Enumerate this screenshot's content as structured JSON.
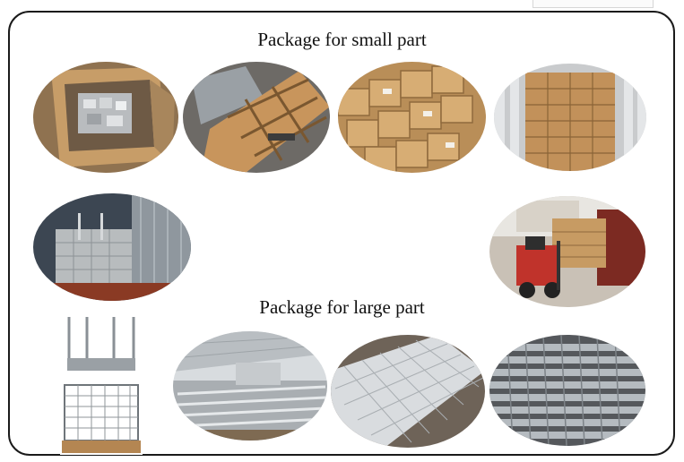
{
  "headings": {
    "small": "Package for small part",
    "large": "Package for large part"
  },
  "photos": {
    "small": [
      "boxed-small-parts-photo",
      "carton-dividers-photo",
      "stacked-cartons-photo",
      "container-loaded-cartons-photo"
    ],
    "middle": [
      "container-mesh-panels-photo",
      "forklift-loading-photo"
    ],
    "large": [
      "steel-stillage-rack-photo",
      "warehouse-profiles-photo",
      "welded-mesh-panels-photo",
      "ground-screws-photo"
    ]
  }
}
